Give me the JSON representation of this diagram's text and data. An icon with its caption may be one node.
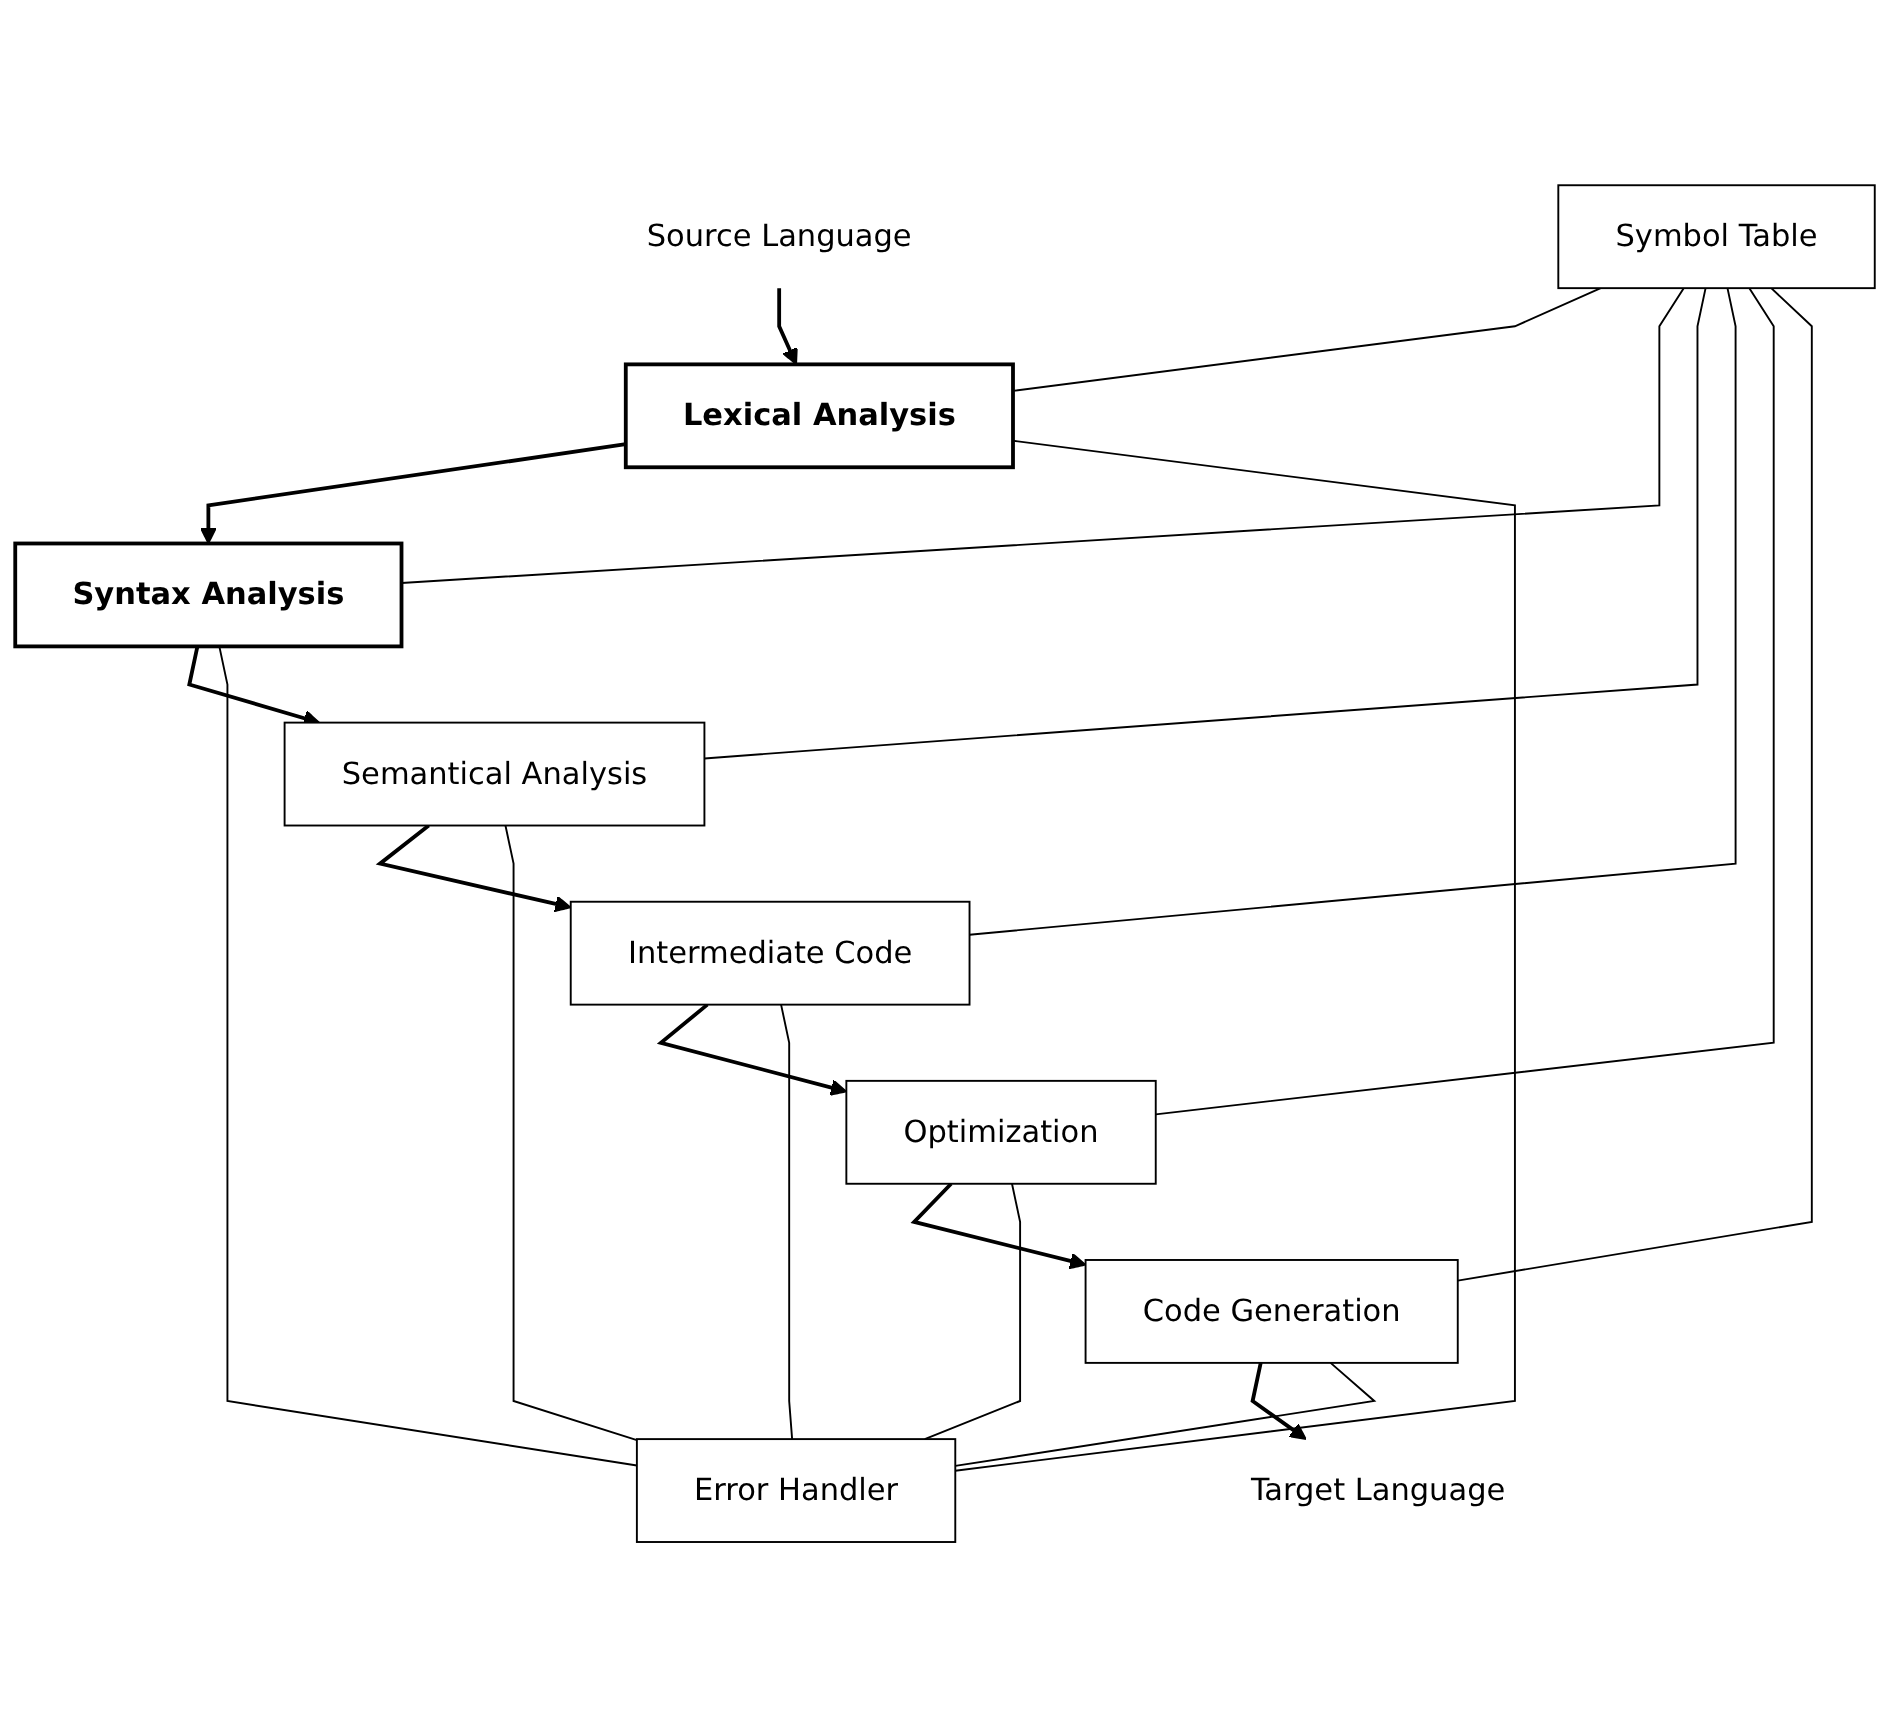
{
  "diagram": {
    "nodes": [
      {
        "text": [
          "Source Language"
        ]
      },
      {
        "text": [
          "Lexical Analysis"
        ]
      },
      {
        "text": [
          "Syntax Analysis"
        ]
      },
      {
        "text": [
          "Semantical Analysis"
        ]
      },
      {
        "text": [
          "Intermediate Code"
        ]
      },
      {
        "text": [
          "Optimization"
        ]
      },
      {
        "text": [
          "Code Generation"
        ]
      },
      {
        "text": [
          "Target Language"
        ]
      },
      {
        "text": [
          "Symbol Table"
        ]
      },
      {
        "text": [
          "Error Handler"
        ]
      }
    ],
    "edges": [
      {
        "from": 0,
        "to": 1,
        "arrow": "to"
      },
      {
        "from": 1,
        "to": 2,
        "arrow": "to"
      },
      {
        "from": 2,
        "to": 3,
        "arrow": "to"
      },
      {
        "from": 3,
        "to": 4,
        "arrow": "to"
      },
      {
        "from": 4,
        "to": 5,
        "arrow": "to"
      },
      {
        "from": 5,
        "to": 6,
        "arrow": "to"
      },
      {
        "from": 6,
        "to": 7,
        "arrow": "to"
      },
      {
        "from": 8,
        "to": 1,
        "arrow": "none"
      },
      {
        "from": 8,
        "to": 2,
        "arrow": "none"
      },
      {
        "from": 8,
        "to": 3,
        "arrow": "none"
      },
      {
        "from": 8,
        "to": 4,
        "arrow": "none"
      },
      {
        "from": 8,
        "to": 5,
        "arrow": "none"
      },
      {
        "from": 8,
        "to": 6,
        "arrow": "none"
      },
      {
        "from": 1,
        "to": 9,
        "arrow": "none"
      },
      {
        "from": 2,
        "to": 9,
        "arrow": "none"
      },
      {
        "from": 3,
        "to": 9,
        "arrow": "none"
      },
      {
        "from": 4,
        "to": 9,
        "arrow": "none"
      },
      {
        "from": 5,
        "to": 9,
        "arrow": "none"
      },
      {
        "from": 6,
        "to": 9,
        "arrow": "none"
      }
    ]
  }
}
